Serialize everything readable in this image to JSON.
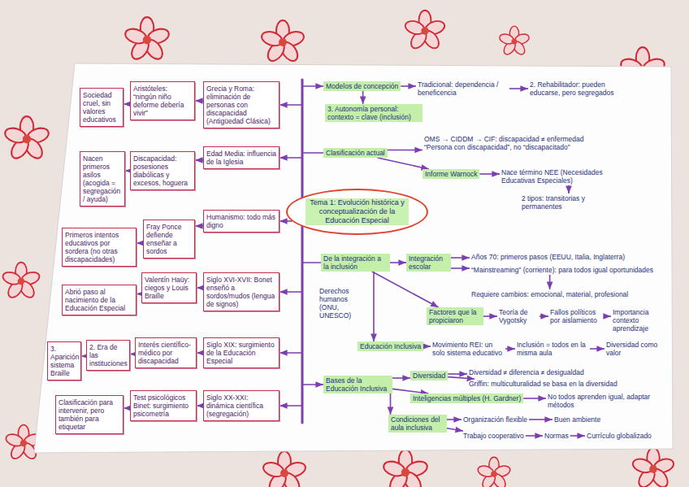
{
  "diagram": {
    "nodes": [
      {
        "text": [
          "Tema 1: Evolución histórica y conceptualización de la Educación Especial"
        ]
      },
      {
        "text": [
          "Grecia y Roma: eliminación de personas con discapacidad (Antigüedad Clásica)"
        ]
      },
      {
        "text": [
          "Edad Media: influencia de la Iglesia"
        ]
      },
      {
        "text": [
          "Humanismo: todo más digno"
        ]
      },
      {
        "text": [
          "Siglo XVI-XVII: Bonet enseñó a sordos/mudos (lengua de signos)"
        ]
      },
      {
        "text": [
          "Siglo XIX: surgimiento de la Educación Especial"
        ]
      },
      {
        "text": [
          "Siglo XX-XXI: dinámica científica (segregación)"
        ]
      },
      {
        "text": [
          "Aristóteles: “ningún niño deforme debería vivir”"
        ]
      },
      {
        "text": [
          "Discapacidad: posesiones diabólicas y excesos, hoguera"
        ]
      },
      {
        "text": [
          "Fray Ponce defiende enseñar a sordos"
        ]
      },
      {
        "text": [
          "Valentín Haüy: ciegos y Louis Braille"
        ]
      },
      {
        "text": [
          "Interés científico-médico por discapacidad"
        ]
      },
      {
        "text": [
          "Test psicológicos Binet: surgimiento psicometría"
        ]
      },
      {
        "text": [
          "Sociedad cruel, sin valores educativos"
        ]
      },
      {
        "text": [
          "Nacen primeros asilos (acogida = segregación / ayuda)"
        ]
      },
      {
        "text": [
          "Primeros intentos educativos por sordera (no otras discapacidades)"
        ]
      },
      {
        "text": [
          "Abrió paso al nacimiento de la Educación Especial"
        ]
      },
      {
        "text": [
          "2. Era de las instituciones"
        ]
      },
      {
        "text": [
          "3. Aparición sistema Braille"
        ]
      },
      {
        "text": [
          "Clasificación para intervenir, pero también para etiquetar"
        ]
      },
      {
        "text": [
          "Modelos de concepción"
        ]
      },
      {
        "text": [
          "Tradicional: dependencia / beneficencia"
        ]
      },
      {
        "text": [
          "2. Rehabilitador: pueden educarse, pero segregados"
        ]
      },
      {
        "text": [
          "3. Autonomía personal: contexto = clave (inclusión)"
        ]
      },
      {
        "text": [
          "Clasificación actual"
        ]
      },
      {
        "text": [
          "OMS → CIDDM → CIF: discapacidad ≠ enfermedad",
          "“Persona con discapacidad”, no “discapacitado”"
        ]
      },
      {
        "text": [
          "Informe Warnock"
        ]
      },
      {
        "text": [
          "Nace término NEE (Necesidades Educativas Especiales)"
        ]
      },
      {
        "text": [
          "2 tipos: transitorias y permanentes"
        ]
      },
      {
        "text": [
          "De la integración a la inclusión"
        ]
      },
      {
        "text": [
          "Integración escolar"
        ]
      },
      {
        "text": [
          "Años 70: primeros pasos (EEUU, Italia, Inglaterra)"
        ]
      },
      {
        "text": [
          "“Mainstreaming” (corriente): para todos igual oportunidades"
        ]
      },
      {
        "text": [
          "Requiere cambios: emocional, material, profesional"
        ]
      },
      {
        "text": [
          "Factores que la propiciaron"
        ]
      },
      {
        "text": [
          "Teoría de Vygotsky"
        ]
      },
      {
        "text": [
          "Fallos políticos por aislamiento"
        ]
      },
      {
        "text": [
          "Importancia contexto aprendizaje"
        ]
      },
      {
        "text": [
          "Educación Inclusiva"
        ]
      },
      {
        "text": [
          "Movimiento REI: un solo sistema educativo"
        ]
      },
      {
        "text": [
          "Inclusión = todos en la misma aula"
        ]
      },
      {
        "text": [
          "Diversidad como valor"
        ]
      },
      {
        "text": [
          "Bases de la Educación Inclusiva"
        ]
      },
      {
        "text": [
          "Diversidad"
        ]
      },
      {
        "text": [
          "Diversidad ≠ diferencia ≠ desigualdad"
        ]
      },
      {
        "text": [
          "Griffin: multiculturalidad se basa en la diversidad"
        ]
      },
      {
        "text": [
          "Inteligencias múltiples (H. Gardner)"
        ]
      },
      {
        "text": [
          "No todos aprenden igual, adaptar métodos"
        ]
      },
      {
        "text": [
          "Condiciones del aula inclusiva"
        ]
      },
      {
        "text": [
          "Organización flexible"
        ]
      },
      {
        "text": [
          "Buen ambiente"
        ]
      },
      {
        "text": [
          "Trabajo cooperativo"
        ]
      },
      {
        "text": [
          "Normas"
        ]
      },
      {
        "text": [
          "Currículo globalizado"
        ]
      }
    ],
    "edges": [
      {
        "from": 0,
        "to": 1,
        "arrow": "to"
      },
      {
        "from": 0,
        "to": 2,
        "arrow": "to"
      },
      {
        "from": 0,
        "to": 3,
        "arrow": "to"
      },
      {
        "from": 0,
        "to": 4,
        "arrow": "to"
      },
      {
        "from": 0,
        "to": 5,
        "arrow": "to"
      },
      {
        "from": 0,
        "to": 6,
        "arrow": "to"
      },
      {
        "from": 1,
        "to": 7,
        "arrow": "to"
      },
      {
        "from": 2,
        "to": 8,
        "arrow": "to"
      },
      {
        "from": 3,
        "to": 9,
        "arrow": "to"
      },
      {
        "from": 4,
        "to": 10,
        "arrow": "to"
      },
      {
        "from": 5,
        "to": 11,
        "arrow": "to"
      },
      {
        "from": 6,
        "to": 12,
        "arrow": "to"
      },
      {
        "from": 7,
        "to": 13,
        "arrow": "to"
      },
      {
        "from": 8,
        "to": 14,
        "arrow": "to"
      },
      {
        "from": 9,
        "to": 15,
        "arrow": "to"
      },
      {
        "from": 10,
        "to": 16,
        "arrow": "to"
      },
      {
        "from": 11,
        "to": 17,
        "arrow": "to"
      },
      {
        "from": 17,
        "to": 18,
        "arrow": "to"
      },
      {
        "from": 12,
        "to": 19,
        "arrow": "to"
      },
      {
        "from": 0,
        "to": 20,
        "arrow": "to"
      },
      {
        "from": 0,
        "to": 24,
        "arrow": "to"
      },
      {
        "from": 0,
        "to": 29,
        "arrow": "to"
      },
      {
        "from": 0,
        "to": 42,
        "arrow": "to"
      },
      {
        "from": 20,
        "to": 21,
        "arrow": "to"
      },
      {
        "from": 21,
        "to": 22,
        "arrow": "to"
      },
      {
        "from": 20,
        "to": 23,
        "arrow": "to"
      },
      {
        "from": 24,
        "to": 25,
        "arrow": "to"
      },
      {
        "from": 24,
        "to": 26,
        "arrow": "to"
      },
      {
        "from": 26,
        "to": 27,
        "arrow": "to"
      },
      {
        "from": 27,
        "to": 28,
        "arrow": "to"
      },
      {
        "from": 29,
        "to": 30,
        "arrow": "to"
      },
      {
        "from": 30,
        "to": 31,
        "arrow": "to"
      },
      {
        "from": 30,
        "to": 32,
        "arrow": "to"
      },
      {
        "from": 32,
        "to": 33,
        "arrow": "to"
      },
      {
        "from": 29,
        "to": 34,
        "arrow": "to"
      },
      {
        "from": 34,
        "to": 35,
        "arrow": "to"
      },
      {
        "from": 35,
        "to": 36,
        "arrow": "to"
      },
      {
        "from": 36,
        "to": 37,
        "arrow": "to"
      },
      {
        "from": 29,
        "to": 38,
        "arrow": "to"
      },
      {
        "from": 38,
        "to": 39,
        "arrow": "to"
      },
      {
        "from": 39,
        "to": 40,
        "arrow": "to"
      },
      {
        "from": 40,
        "to": 41,
        "arrow": "to"
      },
      {
        "from": 42,
        "to": 43,
        "arrow": "to"
      },
      {
        "from": 43,
        "to": 44,
        "arrow": "to"
      },
      {
        "from": 43,
        "to": 45,
        "arrow": "to"
      },
      {
        "from": 42,
        "to": 46,
        "arrow": "to"
      },
      {
        "from": 46,
        "to": 47,
        "arrow": "to"
      },
      {
        "from": 42,
        "to": 48,
        "arrow": "to"
      },
      {
        "from": 48,
        "to": 49,
        "arrow": "to"
      },
      {
        "from": 49,
        "to": 50,
        "arrow": "to"
      },
      {
        "from": 48,
        "to": 51,
        "arrow": "to"
      },
      {
        "from": 51,
        "to": 52,
        "arrow": "to"
      },
      {
        "from": 52,
        "to": 53,
        "arrow": "to"
      }
    ],
    "labels": [
      "Derechos humanos (ONU, UNESCO)"
    ]
  }
}
